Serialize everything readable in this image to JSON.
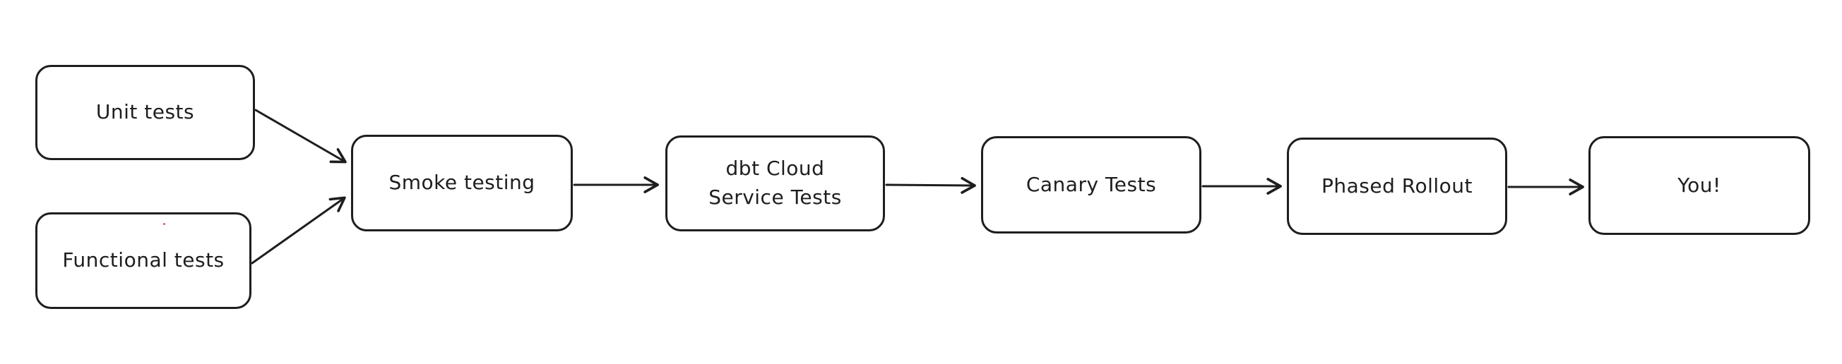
{
  "diagram": {
    "type": "flowchart",
    "style": "hand-drawn",
    "stroke_color": "#1e1e1e",
    "node_fill_color": "#ffffff",
    "background_color": "#ffffff",
    "artifact_dot_color": "#e06a6a",
    "nodes": [
      {
        "id": "unit-tests",
        "label": "Unit tests"
      },
      {
        "id": "functional-tests",
        "label": "Functional tests"
      },
      {
        "id": "smoke-testing",
        "label": "Smoke testing"
      },
      {
        "id": "dbt-cloud-service-tests",
        "label": "dbt Cloud\nService Tests"
      },
      {
        "id": "canary-tests",
        "label": "Canary Tests"
      },
      {
        "id": "phased-rollout",
        "label": "Phased Rollout"
      },
      {
        "id": "you",
        "label": "You!"
      }
    ],
    "edges": [
      {
        "from": "unit-tests",
        "to": "smoke-testing"
      },
      {
        "from": "functional-tests",
        "to": "smoke-testing"
      },
      {
        "from": "smoke-testing",
        "to": "dbt-cloud-service-tests"
      },
      {
        "from": "dbt-cloud-service-tests",
        "to": "canary-tests"
      },
      {
        "from": "canary-tests",
        "to": "phased-rollout"
      },
      {
        "from": "phased-rollout",
        "to": "you"
      }
    ]
  }
}
